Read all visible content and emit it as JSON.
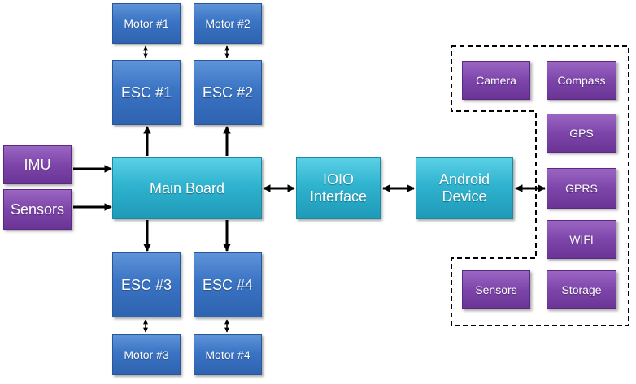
{
  "motors": {
    "m1": "Motor #1",
    "m2": "Motor #2",
    "m3": "Motor #3",
    "m4": "Motor #4"
  },
  "escs": {
    "e1": "ESC #1",
    "e2": "ESC #2",
    "e3": "ESC #3",
    "e4": "ESC #4"
  },
  "inputs": {
    "imu": "IMU",
    "sensors": "Sensors"
  },
  "main_board": "Main Board",
  "ioio": "IOIO\nInterface",
  "android": "Android\nDevice",
  "android_modules": {
    "camera": "Camera",
    "compass": "Compass",
    "gps": "GPS",
    "gprs": "GPRS",
    "wifi": "WIFI",
    "sensors": "Sensors",
    "storage": "Storage"
  },
  "colors": {
    "blue": "#3a74c4",
    "teal": "#2fb3cf",
    "purple": "#7d45aa",
    "connector": "#000000"
  }
}
